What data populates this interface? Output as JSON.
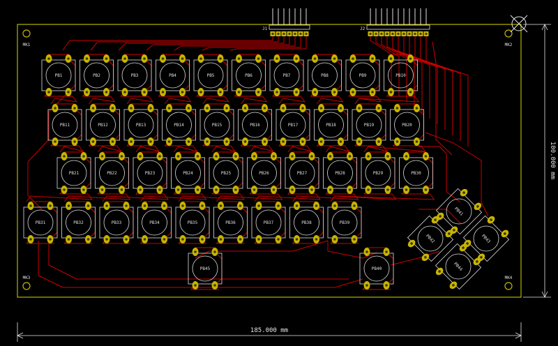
{
  "colors": {
    "background": "#000000",
    "board_outline": "#d8d800",
    "trace": "#d00000",
    "pad": "#c8b400",
    "pad_hole": "#3a3a00",
    "silkscreen": "#e0e0e0",
    "dimension": "#e8e8e8"
  },
  "dimensions": {
    "width_label": "185.000 mm",
    "height_label": "100.000 mm"
  },
  "mounting_holes": [
    "MK1",
    "MK2",
    "MK3",
    "MK4"
  ],
  "connectors": [
    "J1",
    "J2"
  ],
  "switch_rows": [
    [
      "PB1",
      "PB2",
      "PB3",
      "PB4",
      "PB5",
      "PB6",
      "PB7",
      "PB8",
      "PB9",
      "PB10"
    ],
    [
      "PB11",
      "PB12",
      "PB13",
      "PB14",
      "PB15",
      "PB16",
      "PB17",
      "PB18",
      "PB19",
      "PB20"
    ],
    [
      "PB21",
      "PB22",
      "PB23",
      "PB24",
      "PB25",
      "PB26",
      "PB27",
      "PB28",
      "PB29",
      "PB30"
    ],
    [
      "PB31",
      "PB32",
      "PB33",
      "PB34",
      "PB35",
      "PB36",
      "PB37",
      "PB38",
      "PB39"
    ]
  ],
  "extra_switches": [
    "PB45",
    "PB40"
  ],
  "rotated_switches": [
    "PB41",
    "PB42",
    "PB43",
    "PB44"
  ]
}
